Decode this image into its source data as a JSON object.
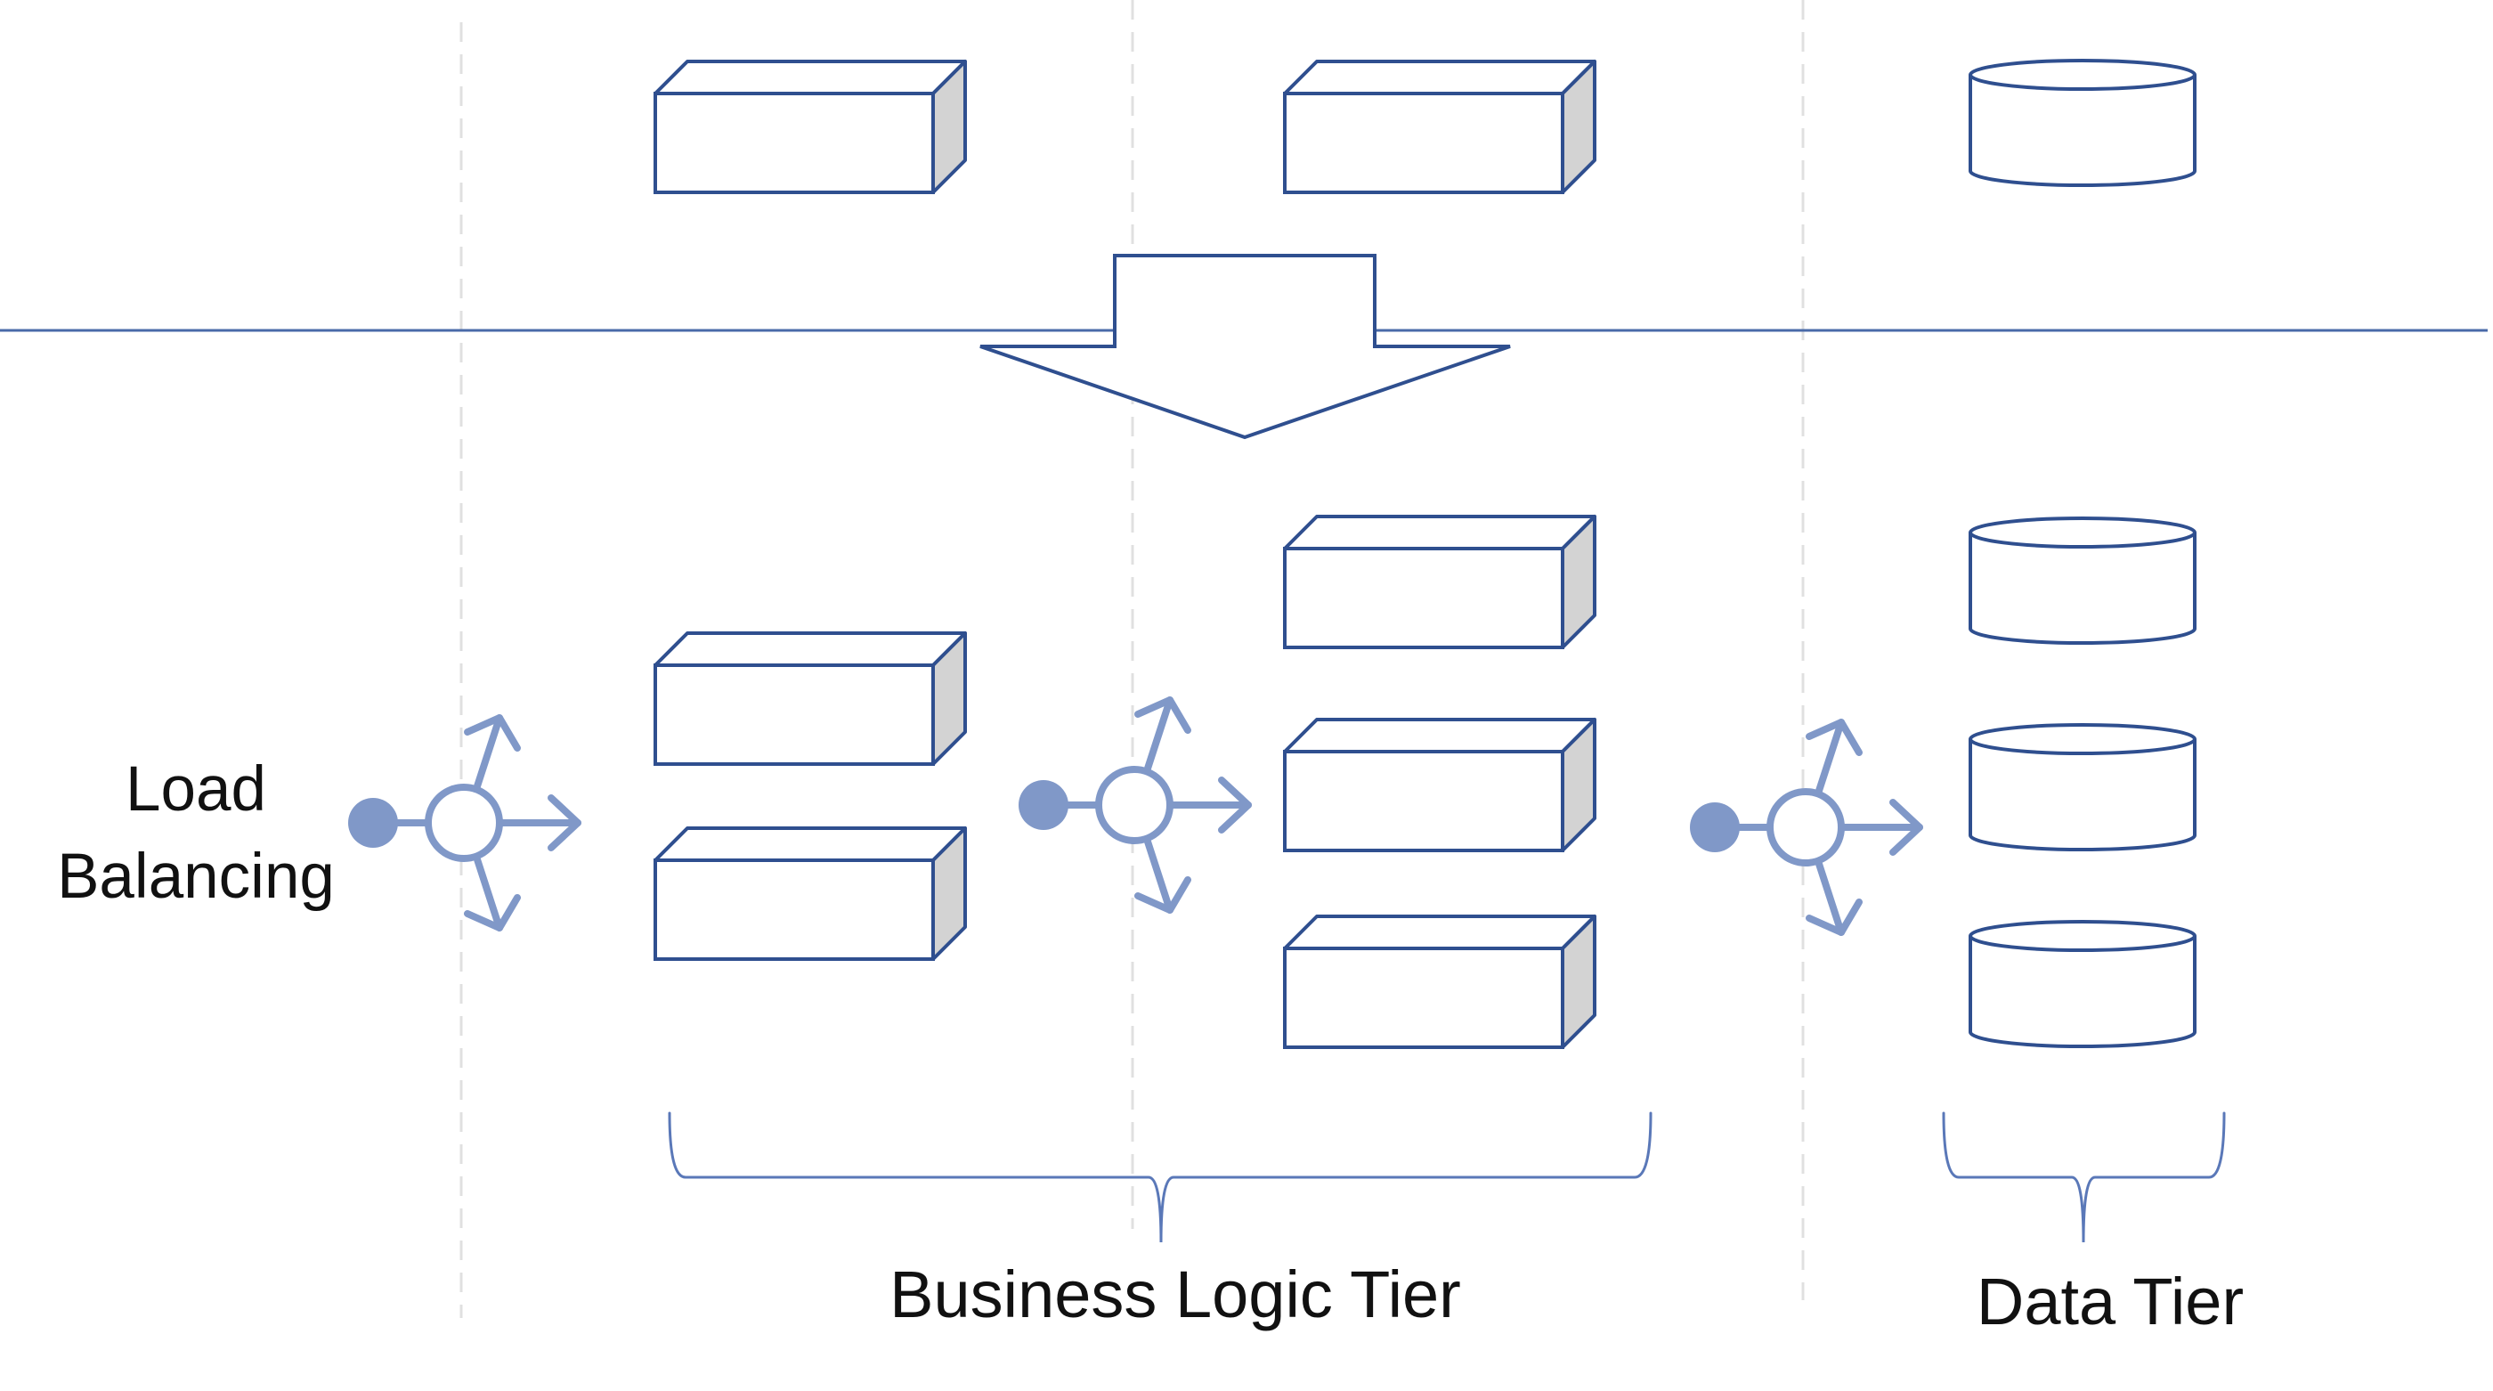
{
  "labels": {
    "load_balancing_line1": "Load",
    "load_balancing_line2": "Balancing",
    "business_logic_tier": "Business Logic Tier",
    "data_tier": "Data Tier"
  },
  "colors": {
    "outline": "#2f4f8f",
    "box_side": "#d3d3d3",
    "balancer": "#8098c8",
    "divider": "#4a6aa8",
    "guide": "#e0e0e0"
  },
  "icons": {
    "server": "server-box-icon",
    "database": "database-cylinder-icon",
    "balancer": "load-balancer-icon",
    "transform": "down-arrow-icon",
    "brace": "curly-brace-icon"
  }
}
